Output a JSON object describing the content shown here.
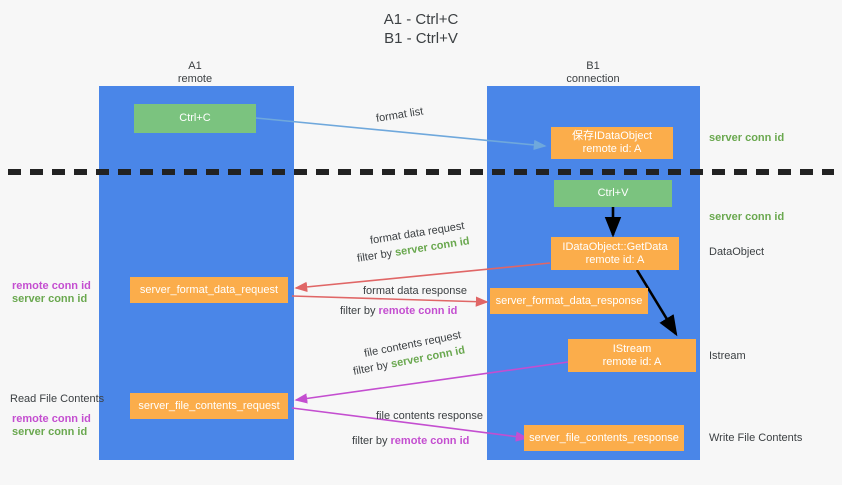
{
  "title": {
    "line1": "A1 - Ctrl+C",
    "line2": "B1 - Ctrl+V"
  },
  "columns": [
    {
      "name": "A1",
      "sub": "remote"
    },
    {
      "name": "B1",
      "sub": "connection"
    }
  ],
  "boxes": {
    "ctrl_c": {
      "label": "Ctrl+C",
      "color": "#7bc37f"
    },
    "save_idataobject": {
      "line1": "保存IDataObject",
      "line2": "remote id: A",
      "color": "#fbad4b"
    },
    "ctrl_v": {
      "label": "Ctrl+V",
      "color": "#7bc37f"
    },
    "getdata": {
      "line1": "IDataObject::GetData",
      "line2": "remote id: A",
      "color": "#fbad4b"
    },
    "istream": {
      "line1": "IStream",
      "line2": "remote id: A",
      "color": "#fbad4b"
    },
    "server_format_data_request": {
      "label": "server_format_data_request",
      "color": "#fbad4b"
    },
    "server_format_data_response": {
      "label": "server_format_data_response",
      "color": "#fbad4b"
    },
    "server_file_contents_request": {
      "label": "server_file_contents_request",
      "color": "#fbad4b"
    },
    "server_file_contents_response": {
      "label": "server_file_contents_response",
      "color": "#fbad4b"
    }
  },
  "right_labels": {
    "server_conn_id_top": "server conn id",
    "server_conn_id_mid": "server conn id",
    "dataobject": "DataObject",
    "istream": "Istream",
    "write_file_contents": "Write File Contents"
  },
  "left_labels": {
    "remote_conn_id_1": "remote conn id",
    "server_conn_id_1": "server conn id",
    "read_file_contents": "Read File Contents",
    "remote_conn_id_2": "remote conn id",
    "server_conn_id_2": "server conn id"
  },
  "edge_labels": {
    "format_list": "format list",
    "format_data_request": "format data request",
    "filter_by_1_prefix": "filter by ",
    "filter_by_1_value": "server conn id",
    "format_data_response": "format data response",
    "filter_by_2_prefix": "filter by ",
    "filter_by_2_value": "remote conn id",
    "file_contents_request": "file contents request",
    "filter_by_3_prefix": "filter by ",
    "filter_by_3_value": "server conn id",
    "file_contents_response": "file contents response",
    "filter_by_4_prefix": "filter by ",
    "filter_by_4_value": "remote conn id"
  },
  "colors": {
    "lane": "#4a86e8",
    "green_box": "#7bc37f",
    "orange_box": "#fbad4b",
    "green_text": "#6aa84f",
    "purple_text": "#c44ed0",
    "arrow_blue": "#6fa8dc",
    "arrow_red": "#e06666",
    "arrow_magenta": "#c44ed0",
    "arrow_black": "#000000",
    "background": "#f7f7f7"
  }
}
